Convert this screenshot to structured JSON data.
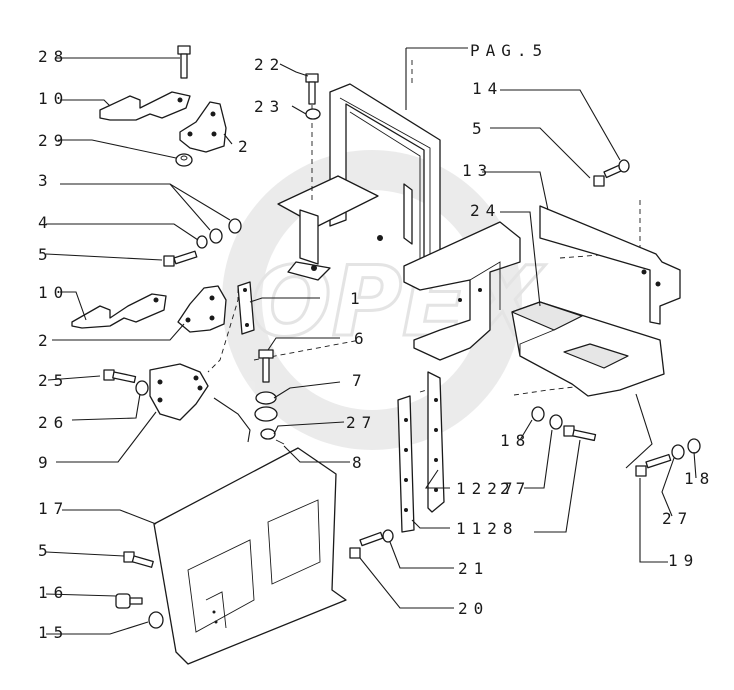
{
  "watermark": {
    "logo_text": "OPEX"
  },
  "page_ref": "PAG.5",
  "callouts": {
    "c28": "28",
    "c10a": "10",
    "c29": "29",
    "c3": "3",
    "c4": "4",
    "c5a": "5",
    "c10b": "10",
    "c2a": "2",
    "c2b": "2",
    "c25": "25",
    "c26": "26",
    "c9": "9",
    "c22": "22",
    "c23": "23",
    "c1": "1",
    "c6": "6",
    "c7": "7",
    "c27a": "27",
    "c8": "8",
    "c14": "14",
    "c5b": "5",
    "c13": "13",
    "c24": "24",
    "c18a": "18",
    "c27b": "27",
    "c18b": "18",
    "c27c": "27",
    "c19": "19",
    "c1227": "1227",
    "c1128": "1128",
    "c21": "21",
    "c20": "20",
    "c17": "17",
    "c5c": "5",
    "c16": "16",
    "c15": "15"
  }
}
